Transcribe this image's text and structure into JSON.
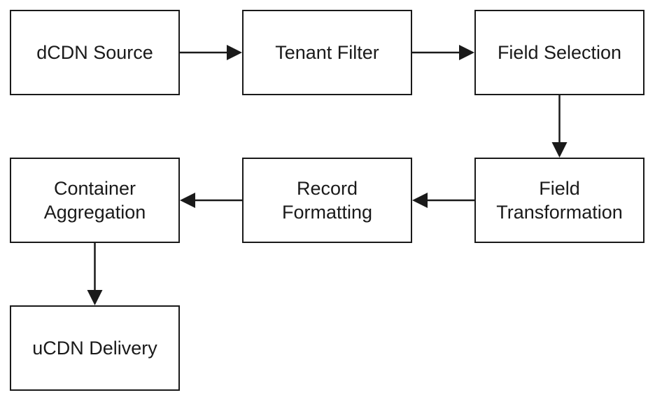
{
  "nodes": [
    {
      "id": "n1",
      "lines": [
        "dCDN Source"
      ]
    },
    {
      "id": "n2",
      "lines": [
        "Tenant Filter"
      ]
    },
    {
      "id": "n3",
      "lines": [
        "Field Selection"
      ]
    },
    {
      "id": "n4",
      "lines": [
        "Field",
        "Transformation"
      ]
    },
    {
      "id": "n5",
      "lines": [
        "Record",
        "Formatting"
      ]
    },
    {
      "id": "n6",
      "lines": [
        "Container",
        "Aggregation"
      ]
    },
    {
      "id": "n7",
      "lines": [
        "uCDN Delivery"
      ]
    }
  ],
  "edges": [
    {
      "from": "n1",
      "to": "n2"
    },
    {
      "from": "n2",
      "to": "n3"
    },
    {
      "from": "n3",
      "to": "n4"
    },
    {
      "from": "n4",
      "to": "n5"
    },
    {
      "from": "n5",
      "to": "n6"
    },
    {
      "from": "n6",
      "to": "n7"
    }
  ],
  "colors": {
    "stroke": "#1a1a1a",
    "background": "#ffffff"
  }
}
